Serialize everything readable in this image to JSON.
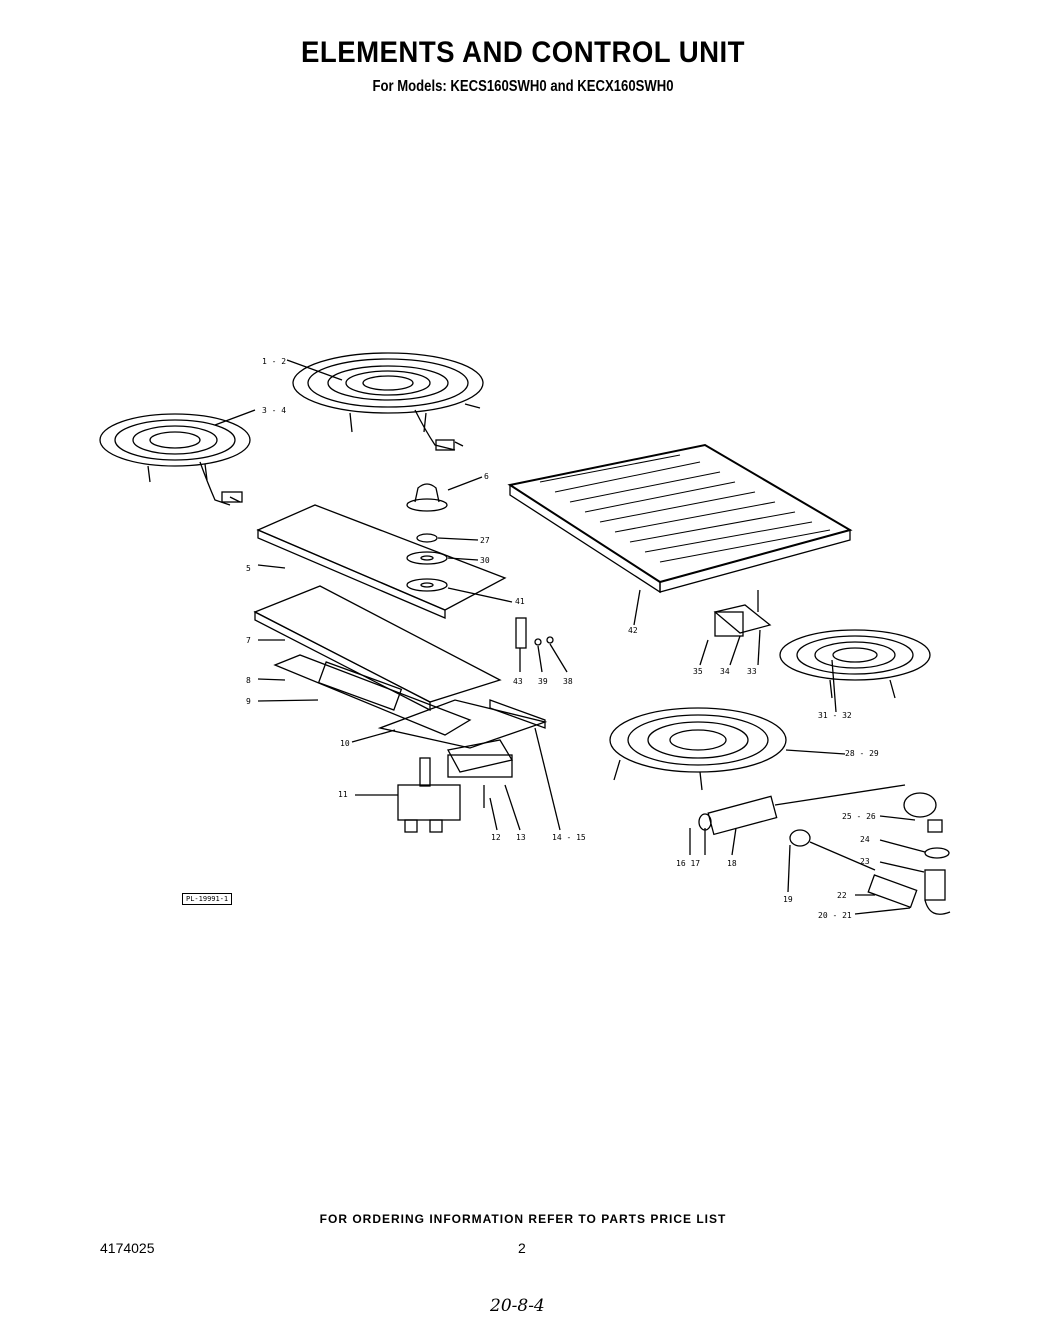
{
  "header": {
    "title": "ELEMENTS AND CONTROL UNIT",
    "subtitle": "For Models: KECS160SWH0 and KECX160SWH0"
  },
  "diagram": {
    "plate_id": "PL-19991-1",
    "callouts": [
      {
        "id": "c-1-2",
        "text": "1 - 2"
      },
      {
        "id": "c-3-4",
        "text": "3 - 4"
      },
      {
        "id": "c-6",
        "text": "6"
      },
      {
        "id": "c-27",
        "text": "27"
      },
      {
        "id": "c-30",
        "text": "30"
      },
      {
        "id": "c-5",
        "text": "5"
      },
      {
        "id": "c-41",
        "text": "41"
      },
      {
        "id": "c-42",
        "text": "42"
      },
      {
        "id": "c-7",
        "text": "7"
      },
      {
        "id": "c-8",
        "text": "8"
      },
      {
        "id": "c-9",
        "text": "9"
      },
      {
        "id": "c-43",
        "text": "43"
      },
      {
        "id": "c-39",
        "text": "39"
      },
      {
        "id": "c-38",
        "text": "38"
      },
      {
        "id": "c-10",
        "text": "10"
      },
      {
        "id": "c-11",
        "text": "11"
      },
      {
        "id": "c-12",
        "text": "12"
      },
      {
        "id": "c-13",
        "text": "13"
      },
      {
        "id": "c-14-15",
        "text": "14 - 15"
      },
      {
        "id": "c-35",
        "text": "35"
      },
      {
        "id": "c-34",
        "text": "34"
      },
      {
        "id": "c-33",
        "text": "33"
      },
      {
        "id": "c-31-32",
        "text": "31 - 32"
      },
      {
        "id": "c-28-29",
        "text": "28 - 29"
      },
      {
        "id": "c-25-26",
        "text": "25 - 26"
      },
      {
        "id": "c-24",
        "text": "24"
      },
      {
        "id": "c-23",
        "text": "23"
      },
      {
        "id": "c-22",
        "text": "22"
      },
      {
        "id": "c-20-21",
        "text": "20 - 21"
      },
      {
        "id": "c-19",
        "text": "19"
      },
      {
        "id": "c-16-17",
        "text": "16 17"
      },
      {
        "id": "c-18",
        "text": "18"
      }
    ]
  },
  "footer": {
    "ordering_note": "FOR ORDERING INFORMATION REFER TO PARTS PRICE LIST",
    "doc_number": "4174025",
    "page_number": "2",
    "handwritten": "20-8-4"
  }
}
